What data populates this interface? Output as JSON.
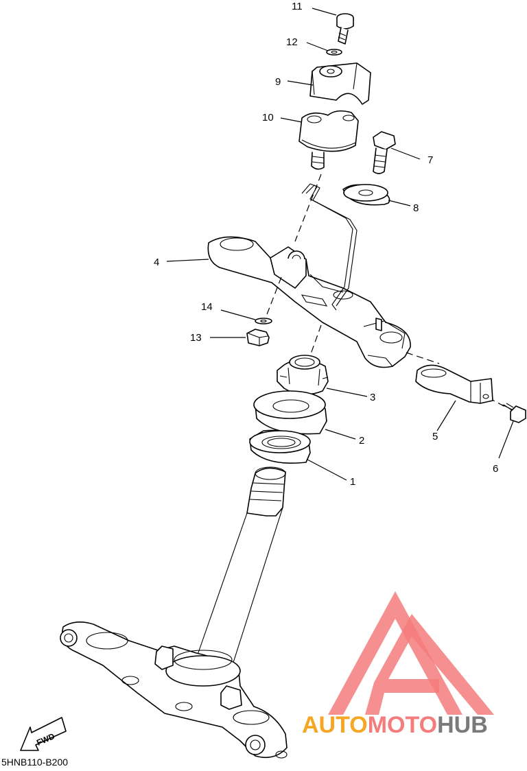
{
  "diagram": {
    "drawing_code": "5HNB110-B200",
    "fwd_label": "FWD",
    "callouts": [
      "11",
      "12",
      "9",
      "10",
      "7",
      "8",
      "4",
      "14",
      "13",
      "3",
      "2",
      "1",
      "5",
      "6"
    ]
  },
  "watermark": {
    "part_a": "AUTO",
    "part_b": "MOTO",
    "part_c": "HUB",
    "colors": {
      "mark": "#f47c7c",
      "auto": "#f5a623",
      "moto": "#f47c7c",
      "hub": "#7a7a7a"
    }
  }
}
